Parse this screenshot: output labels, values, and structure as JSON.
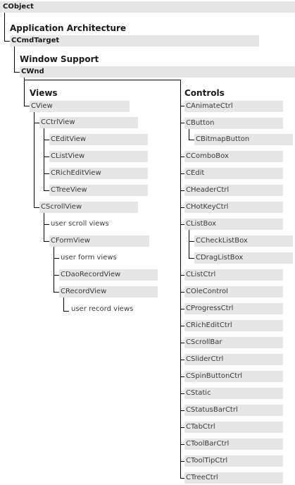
{
  "root": "CObject",
  "architecture": {
    "heading": "Application Architecture",
    "class": "CCmdTarget"
  },
  "window": {
    "heading": "Window Support",
    "class": "CWnd"
  },
  "views": {
    "heading": "Views",
    "cview": "CView",
    "ctrlview": "CCtrlView",
    "ctrlview_children": [
      "CEditView",
      "CListView",
      "CRichEditView",
      "CTreeView"
    ],
    "scrollview": "CScrollView",
    "user_scroll": "user scroll views",
    "formview": "CFormView",
    "user_form": "user form views",
    "daorecordview": "CDaoRecordView",
    "recordview": "CRecordView",
    "user_record": "user record views"
  },
  "controls": {
    "heading": "Controls",
    "items": [
      "CAnimateCtrl",
      "CButton",
      "CBitmapButton",
      "CComboBox",
      "CEdit",
      "CHeaderCtrl",
      "CHotKeyCtrl",
      "CListBox",
      "CCheckListBox",
      "CDragListBox",
      "CListCtrl",
      "COleControl",
      "CProgressCtrl",
      "CRichEditCtrl",
      "CScrollBar",
      "CSliderCtrl",
      "CSpinButtonCtrl",
      "CStatic",
      "CStatusBarCtrl",
      "CTabCtrl",
      "CToolBarCtrl",
      "CToolTipCtrl",
      "CTreeCtrl"
    ]
  }
}
